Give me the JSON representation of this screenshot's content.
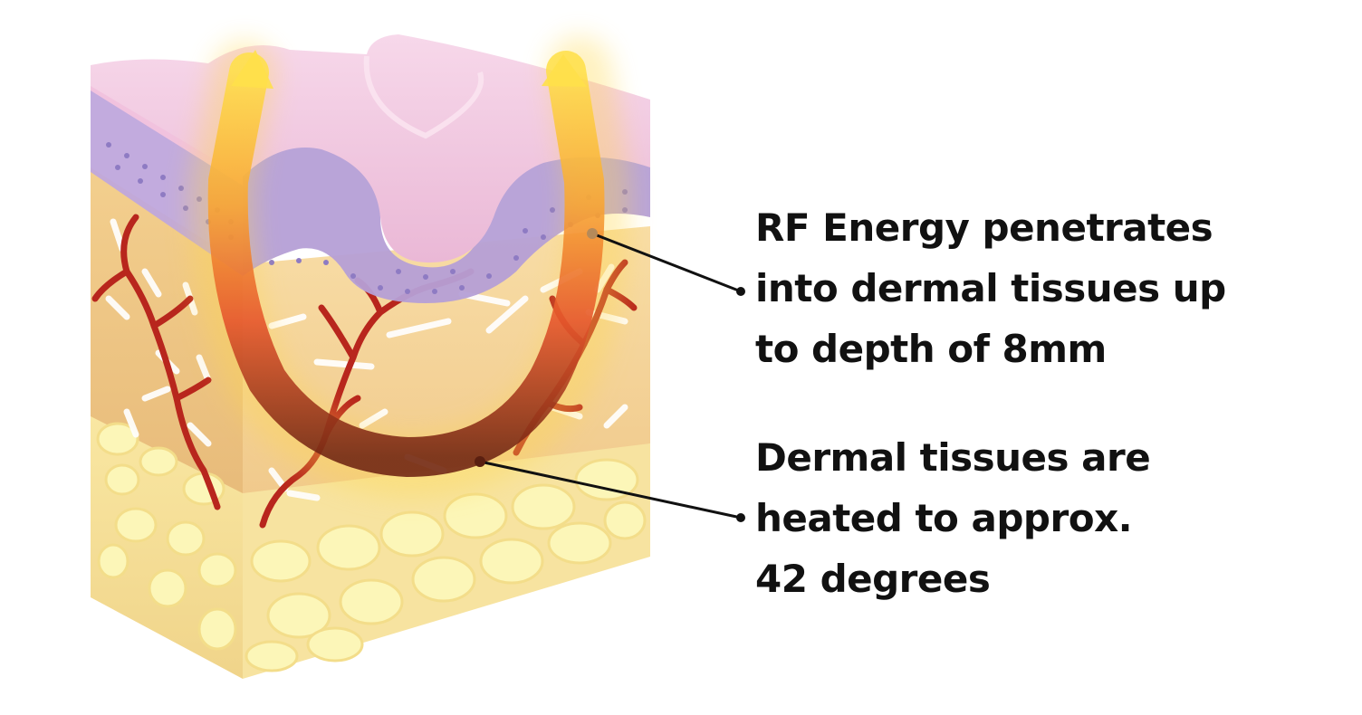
{
  "labels": {
    "rf_energy": {
      "lines": [
        "RF Energy penetrates",
        "into dermal tissues up",
        "to depth of 8mm"
      ]
    },
    "dermal_heat": {
      "lines": [
        "Dermal tissues are",
        "heated to approx.",
        "42 degrees"
      ]
    }
  },
  "colors": {
    "epidermis_pink": "#f2c8df",
    "epidermis_purple": "#b8a3d6",
    "dermis": "#f5d59b",
    "fat": "#fbf0a4",
    "vessel": "#b8261d",
    "rf_glow_top": "#ffd23a",
    "rf_glow_mid": "#f06a2a",
    "rf_glow_bottom": "#7a2716",
    "leader_line": "#111111"
  }
}
